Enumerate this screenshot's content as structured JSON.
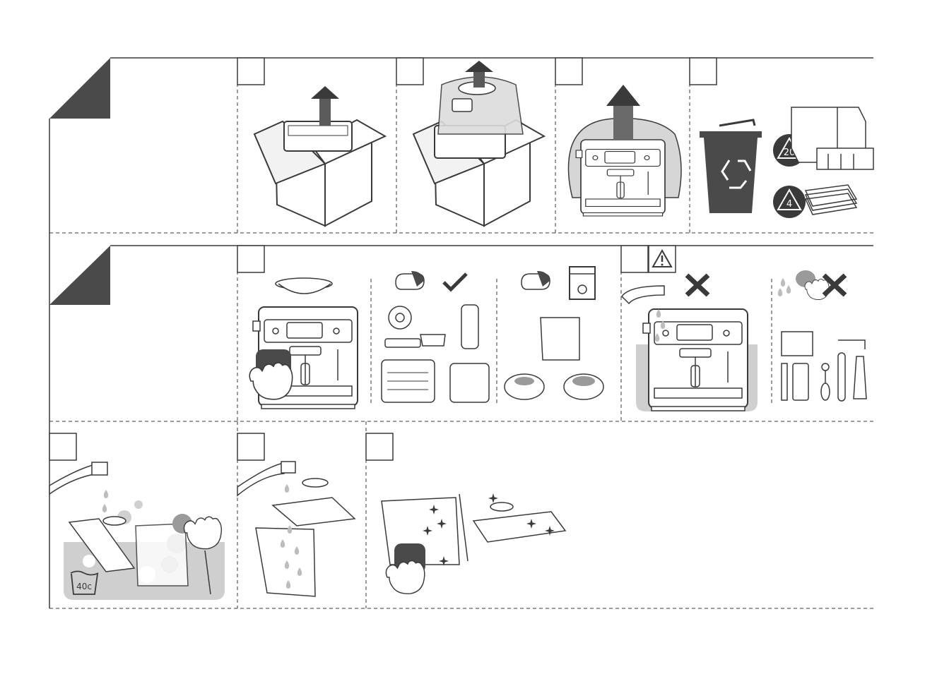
{
  "colors": {
    "line": "#3a3a3a",
    "dark": "#4a4a4a",
    "mid": "#8a8a8a",
    "light": "#d0d0d0",
    "water": "#cfcfcf",
    "paper": "#ffffff"
  },
  "recycle": {
    "code_top": "20",
    "code_bottom": "4"
  },
  "wash": {
    "temperature": "40c"
  },
  "icons": {
    "warning": "warning-triangle-icon",
    "check": "checkmark-icon",
    "cross": "cross-icon",
    "recycle": "recycle-icon",
    "dishwasher": "dishwasher-icon",
    "wash_symbol": "hand-wash-40-icon"
  }
}
